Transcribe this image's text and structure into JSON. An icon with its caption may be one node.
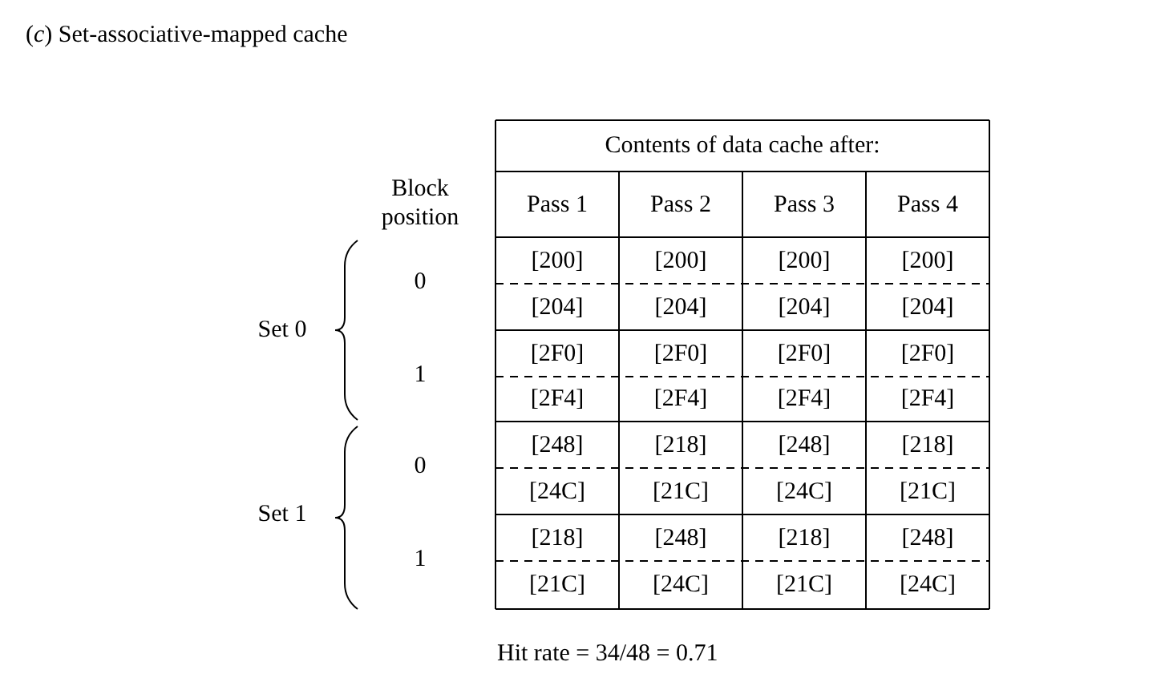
{
  "diagram": {
    "title": "(*c*) Set-associative-mapped cache",
    "caption": "Hit rate = 34/48 = 0.71",
    "labels": [
      "Contents of data cache after:",
      "Block position",
      "Pass 1",
      "Pass 2",
      "Pass 3",
      "Pass 4",
      "0",
      "[200]",
      "[200]",
      "[200]",
      "[200]",
      "[204]",
      "[204]",
      "[204]",
      "[204]",
      "Set 0",
      "1",
      "[2F0]",
      "[2F0]",
      "[2F0]",
      "[2F0]",
      "[2F4]",
      "[2F4]",
      "[2F4]",
      "[2F4]",
      "0",
      "[248]",
      "[218]",
      "[248]",
      "[218]",
      "[24C]",
      "[21C]",
      "[24C]",
      "[21C]",
      "Set 1",
      "1",
      "[218]",
      "[248]",
      "[218]",
      "[248]",
      "[21C]",
      "[24C]",
      "[21C]",
      "[24C]"
    ]
  }
}
